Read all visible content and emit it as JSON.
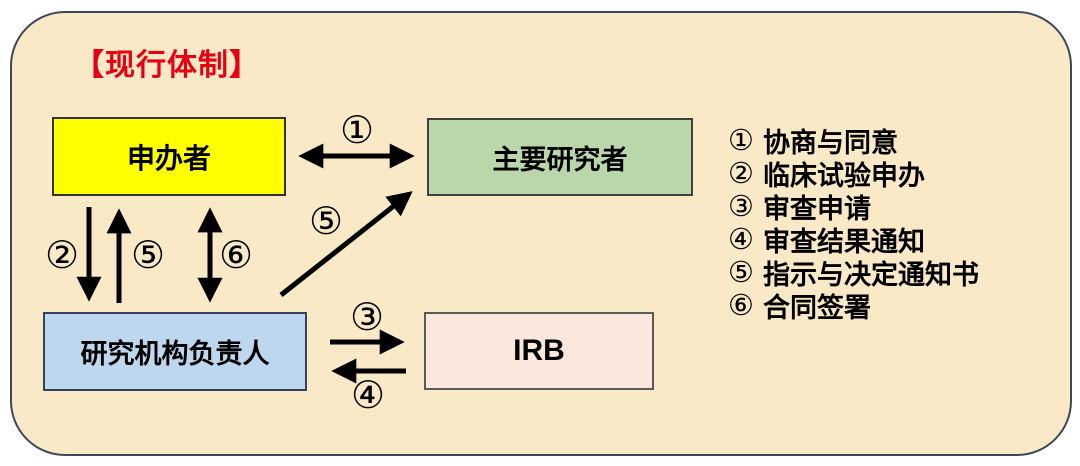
{
  "title": "【现行体制】",
  "colors": {
    "panel_background": "#FAE9C6",
    "panel_border": "#3C4758",
    "title_red": "#E70012",
    "sponsor_fill": "#FFFF00",
    "investigator_fill": "#B9D7AA",
    "director_fill": "#BDD7EE",
    "irb_fill": "#FBE7DB",
    "arrow_black": "#000000"
  },
  "nodes": {
    "sponsor": {
      "label": "申办者"
    },
    "principal_investigator": {
      "label": "主要研究者"
    },
    "institution_director": {
      "label": "研究机构负责人"
    },
    "irb": {
      "label": "IRB"
    }
  },
  "arrow_labels": {
    "n1": "①",
    "n2": "②",
    "n3": "③",
    "n4": "④",
    "n5_vertical": "⑤",
    "n5_diagonal": "⑤",
    "n6": "⑥"
  },
  "legend": {
    "items": [
      {
        "marker": "①",
        "label": "协商与同意"
      },
      {
        "marker": "②",
        "label": "临床试验申办"
      },
      {
        "marker": "③",
        "label": "审查申请"
      },
      {
        "marker": "④",
        "label": "审查结果通知"
      },
      {
        "marker": "⑤",
        "label": "指示与决定通知书"
      },
      {
        "marker": "⑥",
        "label": "合同签署"
      }
    ]
  }
}
